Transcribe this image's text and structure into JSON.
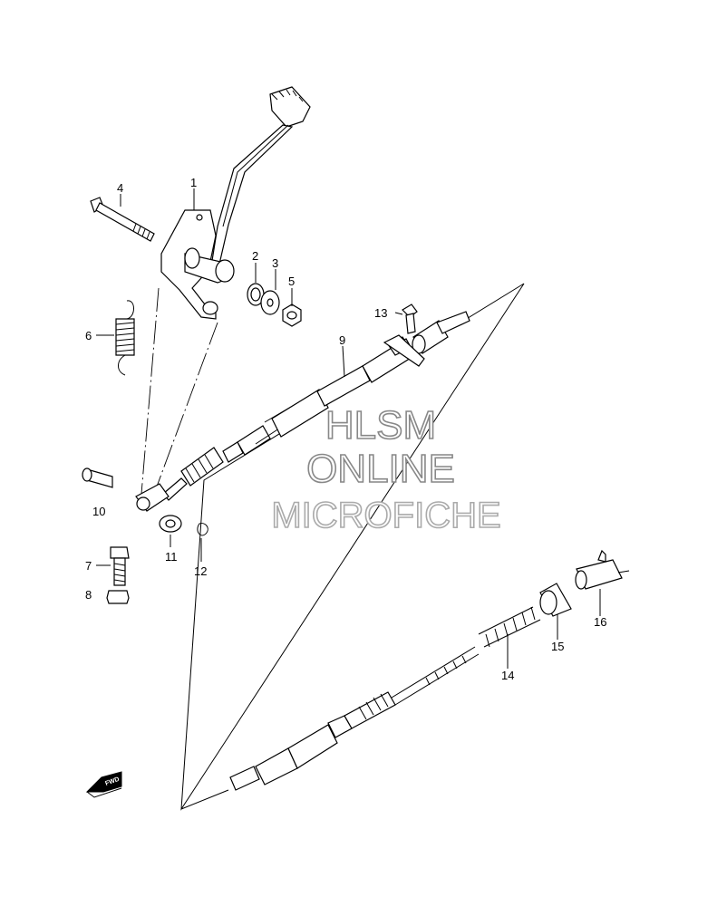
{
  "watermark": {
    "line1": "HLSM",
    "line2": "ONLINE",
    "line3": "MICROFICHE"
  },
  "callouts": [
    "1",
    "2",
    "3",
    "4",
    "5",
    "6",
    "7",
    "8",
    "9",
    "10",
    "11",
    "12",
    "13",
    "14",
    "15",
    "16"
  ],
  "direction_badge": "FWD",
  "colors": {
    "ink": "#000000",
    "watermark_outline": "#888888",
    "background": "#ffffff"
  }
}
